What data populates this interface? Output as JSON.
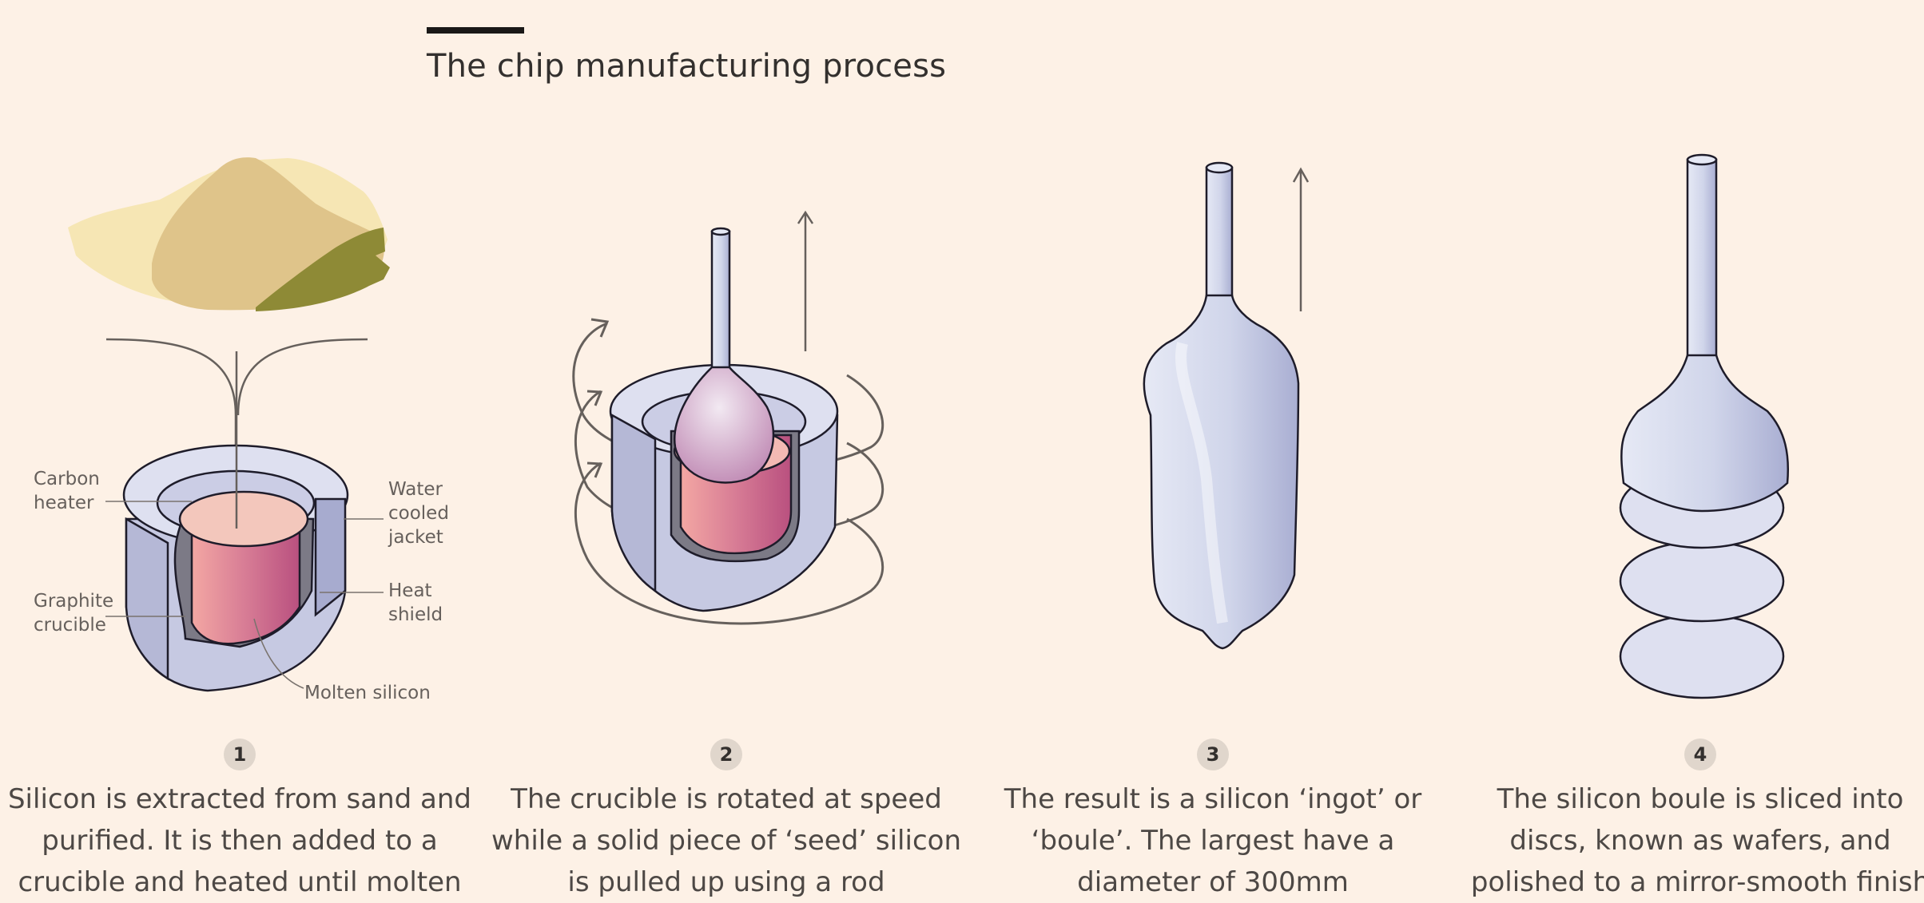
{
  "title": "The chip manufacturing process",
  "labels": {
    "carbon_heater": "Carbon\nheater",
    "water_cooled_jacket": "Water\ncooled\njacket",
    "graphite_crucible": "Graphite\ncrucible",
    "heat_shield": "Heat\nshield",
    "molten_silicon": "Molten silicon"
  },
  "steps": [
    {
      "number": "1",
      "text": "Silicon is extracted from sand and\npurified. It is then added to a\ncrucible and heated until molten"
    },
    {
      "number": "2",
      "text": "The crucible is rotated at speed\nwhile a solid piece of ‘seed’ silicon\nis pulled up using a rod"
    },
    {
      "number": "3",
      "text": "The result is a silicon ‘ingot’ or\n‘boule’. The largest have a\ndiameter of 300mm"
    },
    {
      "number": "4",
      "text": "The silicon boule is sliced into\ndiscs, known as wafers, and\npolished to a mirror-smooth finish"
    }
  ],
  "colors": {
    "background": "#fdf1e6",
    "sand_light": "#f6e6b4",
    "sand_mid": "#dfc48a",
    "sand_dark": "#8e8a36",
    "crucible_outer": "#c6c9e2",
    "molten_pink": "#d46f90",
    "silicon": "#d4d8ec"
  }
}
